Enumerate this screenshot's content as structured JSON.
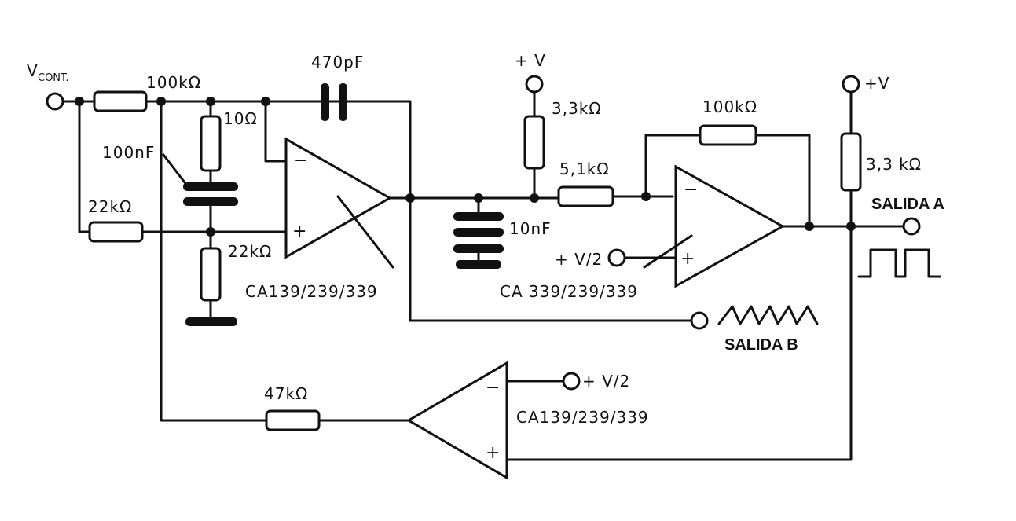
{
  "diagram": {
    "input": {
      "label": "V",
      "sub": "CONT."
    },
    "components": {
      "r_100k_in": "100kΩ",
      "r_10": "10Ω",
      "c_100n": "100nF",
      "r_22k_a": "22kΩ",
      "r_22k_b": "22kΩ",
      "c_470p": "470pF",
      "r_3k3_a": "3,3kΩ",
      "r_5k1": "5,1kΩ",
      "r_100k_fb": "100kΩ",
      "c_10n": "10nF",
      "r_3k3_b": "3,3 kΩ",
      "r_47k": "47kΩ"
    },
    "ics": {
      "ic1": "CA139/239/339",
      "ic2": "CA 339/239/339",
      "ic3": "CA139/239/339"
    },
    "supplies": {
      "vplus_1": "+ V",
      "vplus_2": "+V",
      "vhalf_ic2": "+ V/2",
      "vhalf_ic3": "+ V/2"
    },
    "outputs": {
      "salida_a": "SALIDA A",
      "salida_b": "SALIDA B"
    },
    "pins": {
      "minus": "−",
      "plus": "+"
    }
  }
}
